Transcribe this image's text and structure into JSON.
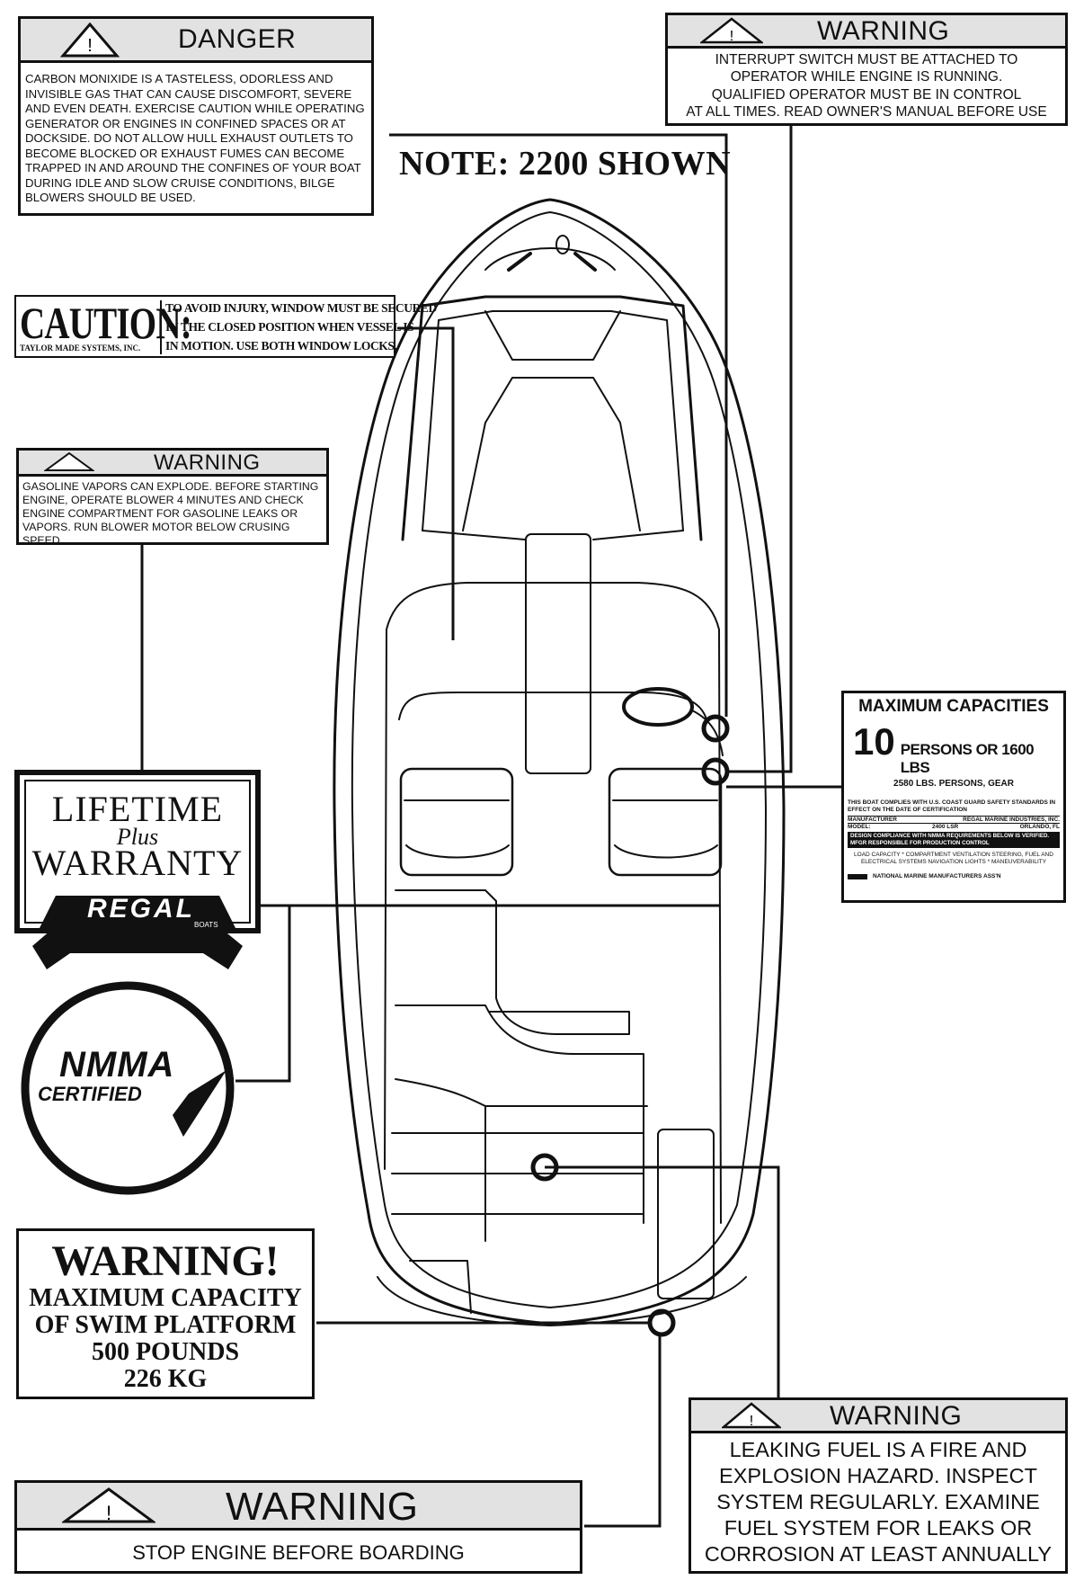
{
  "note": "NOTE:  2200 SHOWN",
  "danger_label": {
    "title": "DANGER",
    "text": "CARBON MONIXIDE IS A TASTELESS, ODORLESS AND INVISIBLE GAS THAT CAN CAUSE DISCOMFORT, SEVERE AND EVEN DEATH. EXERCISE CAUTION WHILE OPERATING GENERATOR OR ENGINES IN CONFINED SPACES OR AT DOCKSIDE. DO NOT ALLOW HULL EXHAUST OUTLETS TO BECOME BLOCKED OR EXHAUST FUMES CAN BECOME TRAPPED IN AND AROUND THE CONFINES OF YOUR BOAT DURING IDLE AND SLOW CRUISE CONDITIONS, BILGE BLOWERS SHOULD BE USED."
  },
  "interrupt_warning": {
    "title": "WARNING",
    "line1": "INTERRUPT SWITCH MUST BE ATTACHED TO",
    "line2": "OPERATOR WHILE ENGINE IS RUNNING.",
    "line3": "QUALIFIED OPERATOR MUST BE IN CONTROL",
    "line4": "AT ALL TIMES. READ OWNER'S MANUAL BEFORE USE"
  },
  "caution_label": {
    "title": "CAUTION:",
    "maker": "TAYLOR MADE SYSTEMS, INC.",
    "line1": "TO AVOID INJURY, WINDOW MUST BE SECURED",
    "line2": "IN THE CLOSED POSITION WHEN VESSEL IS",
    "line3": "IN MOTION.  USE BOTH WINDOW LOCKS."
  },
  "gasoline_warning": {
    "title": "WARNING",
    "text": "GASOLINE VAPORS CAN EXPLODE. BEFORE STARTING ENGINE, OPERATE BLOWER 4 MINUTES AND CHECK ENGINE COMPARTMENT FOR GASOLINE LEAKS OR VAPORS. RUN BLOWER MOTOR BELOW CRUSING SPEED"
  },
  "warranty_badge": {
    "line1": "LIFETIME",
    "line2": "Plus",
    "line3": "WARRANTY",
    "brand": "REGAL",
    "brand_sub": "BOATS"
  },
  "nmma_badge": {
    "line1": "NMMA",
    "line2": "CERTIFIED"
  },
  "capacity_plate": {
    "title": "MAXIMUM CAPACITIES",
    "persons": "10",
    "persons_text": "PERSONS OR 1600 LBS",
    "gear": "2580 LBS. PERSONS, GEAR",
    "complies": "THIS BOAT COMPLIES WITH U.S. COAST GUARD SAFETY STANDARDS IN EFFECT ON THE DATE OF CERTIFICATION",
    "manufacturer_label": "MANUFACTURER",
    "manufacturer_value": "REGAL MARINE INDUSTRIES, INC.",
    "model_label": "MODEL:",
    "model_value": "2400 LSR",
    "city": "ORLANDO, FL",
    "design_compliance": "DESIGN COMPLIANCE WITH NMMA REQUIREMENTS BELOW IS VERIFIED. MFGR RESPONSIBLE FOR PRODUCTION CONTROL",
    "items": "LOAD CAPACITY * COMPARTMENT VENTILATION STEERING, FUEL AND ELECTRICAL SYSTEMS NAVIGATION LIGHTS * MANEUVERABILITY",
    "footer": "NATIONAL MARINE MANUFACTURERS ASS'N"
  },
  "swim_platform_warning": {
    "title": "WARNING!",
    "line1": "MAXIMUM CAPACITY",
    "line2": "OF SWIM PLATFORM",
    "line3": "500 POUNDS",
    "line4": "226 KG"
  },
  "fuel_warning": {
    "title": "WARNING",
    "line1": "LEAKING FUEL IS A FIRE AND",
    "line2": "EXPLOSION HAZARD. INSPECT",
    "line3": "SYSTEM REGULARLY. EXAMINE",
    "line4": "FUEL SYSTEM FOR LEAKS OR",
    "line5": "CORROSION AT LEAST ANNUALLY"
  },
  "boarding_warning": {
    "title": "WARNING",
    "text": "STOP ENGINE BEFORE BOARDING"
  }
}
